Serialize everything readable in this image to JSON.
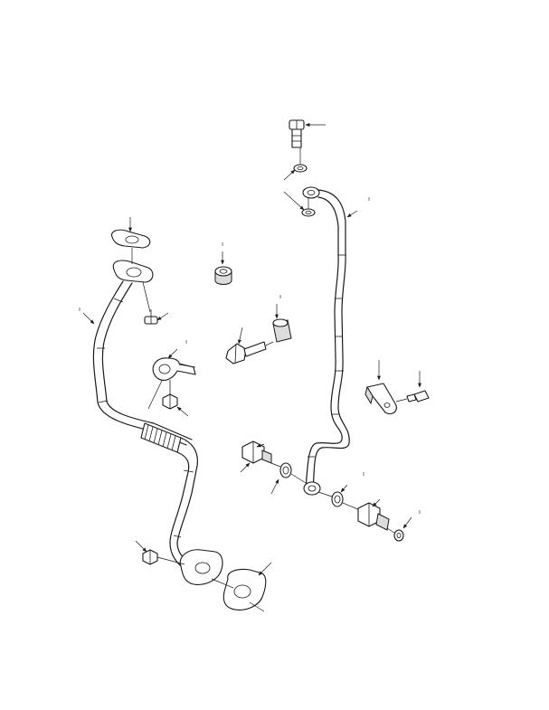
{
  "colors": {
    "line": "#1a1a1a",
    "background": "#ffffff",
    "shade": "#dcdcdc"
  },
  "parts": [
    {
      "name": "banjo-bolt"
    },
    {
      "name": "upper-washer"
    },
    {
      "name": "lower-washer"
    },
    {
      "name": "oil-feed-pipe"
    },
    {
      "name": "upper-flange-gasket"
    },
    {
      "name": "oil-return-pipe"
    },
    {
      "name": "flange-bolt"
    },
    {
      "name": "spacer-ring"
    },
    {
      "name": "sleeve"
    },
    {
      "name": "long-bolt"
    },
    {
      "name": "p-clamp"
    },
    {
      "name": "clamp-bolt"
    },
    {
      "name": "pipe-bracket"
    },
    {
      "name": "bracket-bolt"
    },
    {
      "name": "adapter-union"
    },
    {
      "name": "sealing-washer-left"
    },
    {
      "name": "sealing-washer-right"
    },
    {
      "name": "connector-union"
    },
    {
      "name": "end-washer"
    },
    {
      "name": "lower-flange-bolt"
    },
    {
      "name": "lower-flange-gasket"
    }
  ]
}
